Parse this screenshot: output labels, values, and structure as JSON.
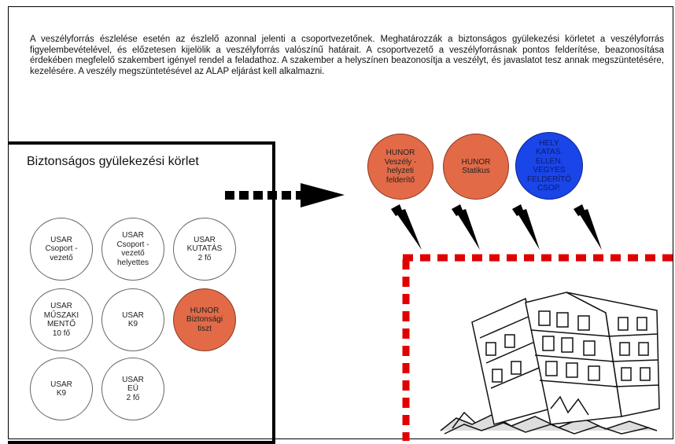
{
  "intro_text": "A veszélyforrás észlelése esetén az észlelő azonnal jelenti a csoportvezetőnek. Meghatározzák a biztonságos gyülekezési körletet a veszélyforrás figyelembevételével, és előzetesen kijelölik a veszélyforrás valószínű határait. A csoportvezető a veszélyforrásnak pontos felderítése, beazonosítása érdekében megfelelő szakembert igényel rendel a feladathoz. A szakember a helyszínen beazonosítja a veszélyt, és javaslatot tesz annak megszüntetésére, kezelésére. A veszély megszüntetésével az ALAP eljárást kell alkalmazni.",
  "assembly": {
    "title": "Biztonságos gyülekezési körlet",
    "units": [
      {
        "label": "USAR\nCsoport -\nvezető",
        "color": "white"
      },
      {
        "label": "USAR\nCsoport -\nvezető\nhelyettes",
        "color": "white"
      },
      {
        "label": "USAR\nKUTATÁS\n2 fő",
        "color": "white"
      },
      {
        "label": "USAR\nMŰSZAKI\nMENTŐ\n10 fő",
        "color": "white"
      },
      {
        "label": "USAR\nK9",
        "color": "white"
      },
      {
        "label": "HUNOR\nBiztonsági\ntiszt",
        "color": "orange"
      },
      {
        "label": "USAR\nK9",
        "color": "white"
      },
      {
        "label": "USAR\nEÜ\n2 fő",
        "color": "white"
      }
    ]
  },
  "specialists": [
    {
      "label": "HUNOR\nVeszély -\nhelyzeti\nfelderítő",
      "color": "orange"
    },
    {
      "label": "HUNOR\nStatikus",
      "color": "orange"
    },
    {
      "label": "HELY\nKATAS.\nELLEN.\nVEGYES\nFELDERÍTŐ\nCSOP.",
      "color": "blue"
    }
  ],
  "colors": {
    "orange": "#e26a47",
    "blue": "#1a45e8",
    "danger_border": "#e00000"
  },
  "icons": [
    "dashed-arrow-icon",
    "down-arrow-icon",
    "collapsed-building-icon"
  ]
}
